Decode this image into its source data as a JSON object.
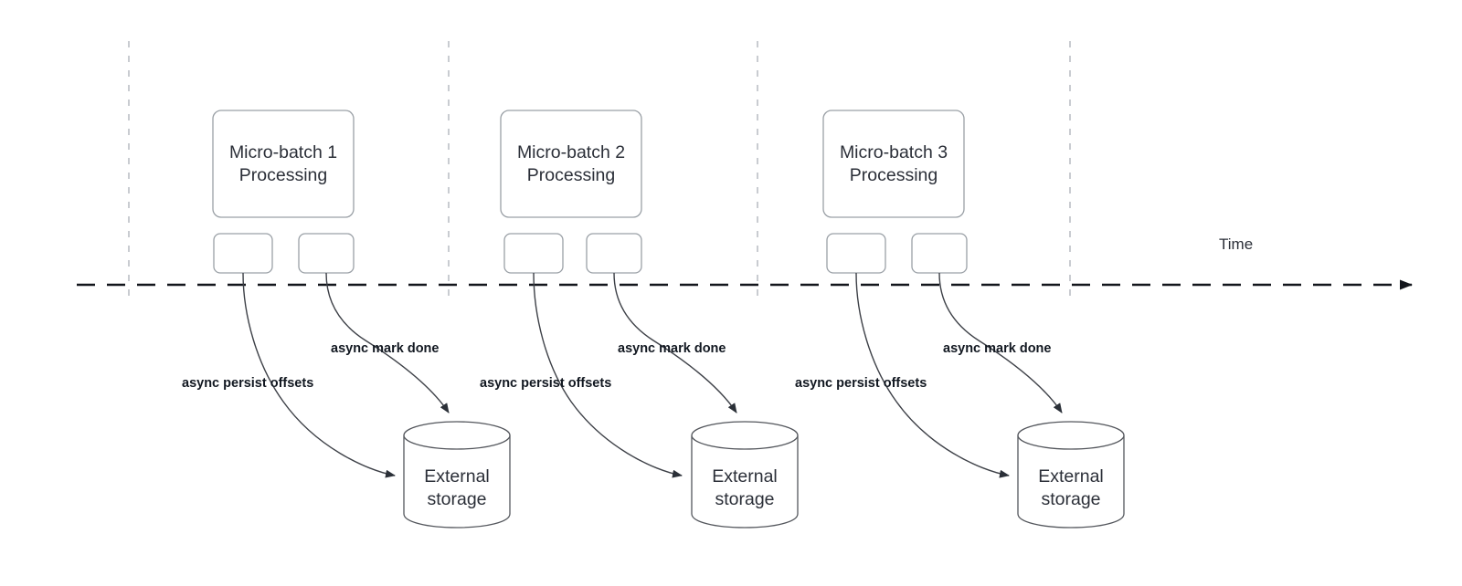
{
  "diagram": {
    "title_text": "",
    "background": "#ffffff",
    "axis": {
      "time_label": "Time",
      "line_color": "#13161c",
      "gridline_color": "#c9ccd1"
    },
    "groups": [
      {
        "id": "micro-batch-1",
        "batch_label_line1": "Micro-batch 1",
        "batch_label_line2": "Processing",
        "task_boxes": [
          "",
          ""
        ],
        "storage_label_line1": "External",
        "storage_label_line2": "storage",
        "edge_labels": {
          "persist": "async persist offsets",
          "mark_done": "async mark done"
        }
      },
      {
        "id": "micro-batch-2",
        "batch_label_line1": "Micro-batch 2",
        "batch_label_line2": "Processing",
        "task_boxes": [
          "",
          ""
        ],
        "storage_label_line1": "External",
        "storage_label_line2": "storage",
        "edge_labels": {
          "persist": "async persist offsets",
          "mark_done": "async mark done"
        }
      },
      {
        "id": "micro-batch-3",
        "batch_label_line1": "Micro-batch 3",
        "batch_label_line2": "Processing",
        "task_boxes": [
          "",
          ""
        ],
        "storage_label_line1": "External",
        "storage_label_line2": "storage",
        "edge_labels": {
          "persist": "async persist offsets",
          "mark_done": "async mark done"
        }
      }
    ]
  }
}
